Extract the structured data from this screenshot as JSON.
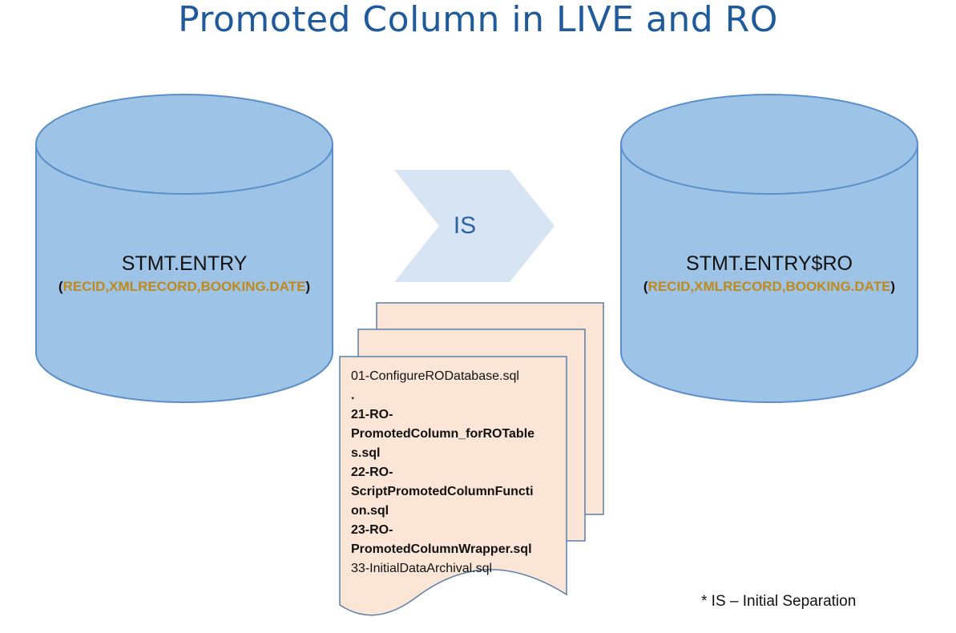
{
  "title": "Promoted Column in LIVE and RO",
  "colors": {
    "title": "#1f5a9a",
    "cylinder_fill": "#9dc3e6",
    "cylinder_stroke": "#5b8fc9",
    "arrow_fill": "#d6e4f4",
    "document_fill": "#fbe5d6",
    "document_stroke": "#5b7fa8",
    "column_highlight": "#c08a1a"
  },
  "live_db": {
    "name": "STMT.ENTRY",
    "open_paren": "(",
    "columns": "RECID,XMLRECORD,BOOKING.DATE",
    "close_paren": ")"
  },
  "ro_db": {
    "name": "STMT.ENTRY$RO",
    "open_paren": "(",
    "columns": "RECID,XMLRECORD,BOOKING.DATE",
    "close_paren": ")"
  },
  "arrow_label": "IS",
  "scripts": {
    "lines": [
      "01-ConfigureRODatabase.sql",
      ".",
      "21-RO-",
      "PromotedColumn_forROTable",
      "s.sql",
      "22-RO-",
      "ScriptPromotedColumnFuncti",
      "on.sql",
      "23-RO-",
      "PromotedColumnWrapper.sql",
      "33-InitialDataArchival.sql"
    ]
  },
  "footnote": "* IS – Initial Separation"
}
